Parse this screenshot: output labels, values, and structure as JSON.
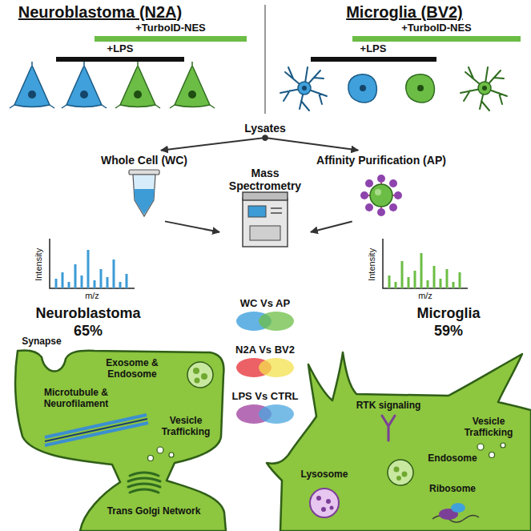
{
  "diagram": {
    "nodes": [
      {
        "text": [
          "Lysates"
        ]
      },
      {
        "text": [
          "Whole Cell (WC)"
        ]
      },
      {
        "text": [
          "Affinity Purification (AP)"
        ]
      },
      {
        "text": [
          "Mass Spectrometry"
        ]
      },
      {
        "text": [
          "Exosome & Endosome",
          "Microtubule & Neurofilament",
          "Vesicle Trafficking",
          "Trans Golgi Network"
        ]
      },
      {
        "text": [
          "RTK signaling",
          "Vesicle Trafficking",
          "Endosome",
          "Lysosome",
          "Ribosome"
        ]
      }
    ],
    "edges": [
      {
        "from": 0,
        "to": 1,
        "arrow": "to"
      },
      {
        "from": 0,
        "to": 2,
        "arrow": "to"
      },
      {
        "from": 1,
        "to": 3,
        "arrow": "to"
      },
      {
        "from": 2,
        "to": 3,
        "arrow": "to"
      }
    ],
    "labels": [
      "Neuroblastoma (N2A)",
      "Microglia (BV2)",
      "+TurboID-NES",
      "+TurboID-NES",
      "+LPS",
      "+LPS",
      "Intensity",
      "m/z",
      "Intensity",
      "m/z",
      "Neuroblastoma",
      "65%",
      "WC Vs AP",
      "N2A Vs BV2",
      "LPS Vs CTRL",
      "Microglia",
      "59%",
      "Synapse"
    ]
  }
}
